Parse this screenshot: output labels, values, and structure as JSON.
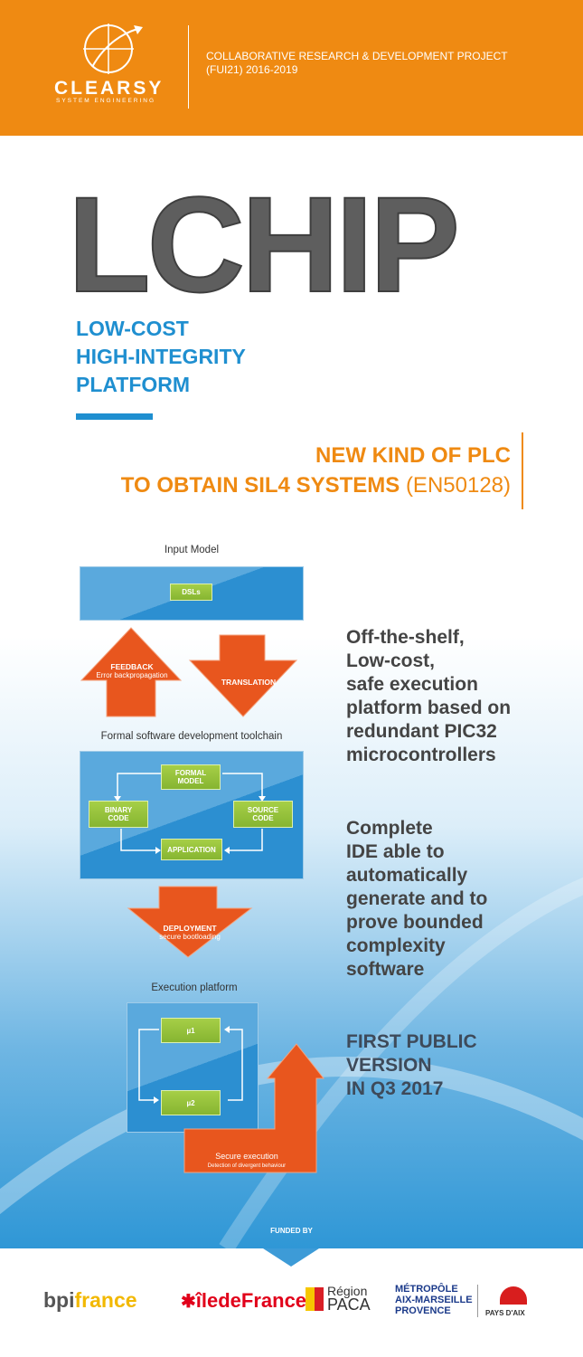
{
  "header": {
    "logo_name": "CLEARSY",
    "logo_sub": "SYSTEM ENGINEERING",
    "project_line1": "COLLABORATIVE RESEARCH & DEVELOPMENT PROJECT",
    "project_line2": "(FUI21) 2016-2019"
  },
  "title": "LCHIP",
  "subtitle_lines": [
    "LOW-COST",
    "HIGH-INTEGRITY",
    "PLATFORM"
  ],
  "plc": {
    "line1": "NEW KIND OF PLC",
    "line2": "TO OBTAIN SIL4 SYSTEMS",
    "line2_norm": "(EN50128)"
  },
  "diagram": {
    "input_model_caption": "Input Model",
    "dsls": "DSLs",
    "feedback": "FEEDBACK",
    "feedback_sub": "Error backpropagation",
    "translation": "TRANSLATION",
    "toolchain_caption": "Formal software development toolchain",
    "formal_model_l1": "FORMAL",
    "formal_model_l2": "MODEL",
    "binary_l1": "BINARY",
    "binary_l2": "CODE",
    "source_l1": "SOURCE",
    "source_l2": "CODE",
    "application": "APPLICATION",
    "deployment": "DEPLOYMENT",
    "deployment_sub": "secure bootloading",
    "execution_caption": "Execution platform",
    "mu1": "µ1",
    "mu2": "µ2",
    "secure_exec": "Secure execution",
    "secure_exec_sub": "Detection of divergent behaviour"
  },
  "side_blocks": [
    [
      "Off-the-shelf,",
      "Low-cost,",
      "safe execution",
      "platform based on",
      "redundant PIC32",
      "microcontrollers"
    ],
    [
      "Complete",
      "IDE able to",
      "automatically",
      "generate and to",
      "prove bounded",
      "complexity",
      "software"
    ],
    [
      "FIRST PUBLIC",
      "VERSION",
      "IN Q3 2017"
    ]
  ],
  "funded_by": "FUNDED BY",
  "sponsors": {
    "bpi_a": "bpi",
    "bpi_b": "france",
    "idf": "îledeFrance",
    "paca_l1": "Région",
    "paca_l2": "PACA",
    "metro_l1": "MÉTROPÔLE",
    "metro_l2": "AIX-MARSEILLE",
    "metro_l3": "PROVENCE",
    "aix": "PAYS D'AIX"
  },
  "colors": {
    "orange": "#ef8a12",
    "blue": "#1f8fd0",
    "green": "#8fbe3a",
    "red_orange": "#e8561e"
  }
}
